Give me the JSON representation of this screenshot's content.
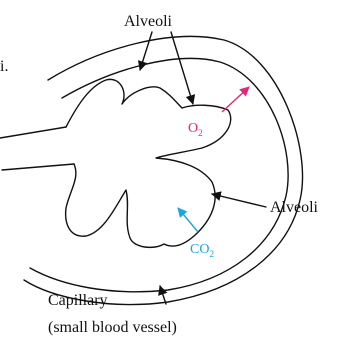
{
  "labels": {
    "top": "Alveoli",
    "right": "Alveoli",
    "corner": "i.",
    "capillary_line1": "Capillary",
    "capillary_line2": "(small blood vessel)"
  },
  "gases": {
    "oxygen": {
      "symbol": "O",
      "subscript": "2",
      "color": "#e0287a"
    },
    "carbon_dioxide": {
      "symbol": "CO",
      "subscript": "2",
      "color": "#1ea6dc"
    }
  },
  "colors": {
    "line": "#111111"
  }
}
